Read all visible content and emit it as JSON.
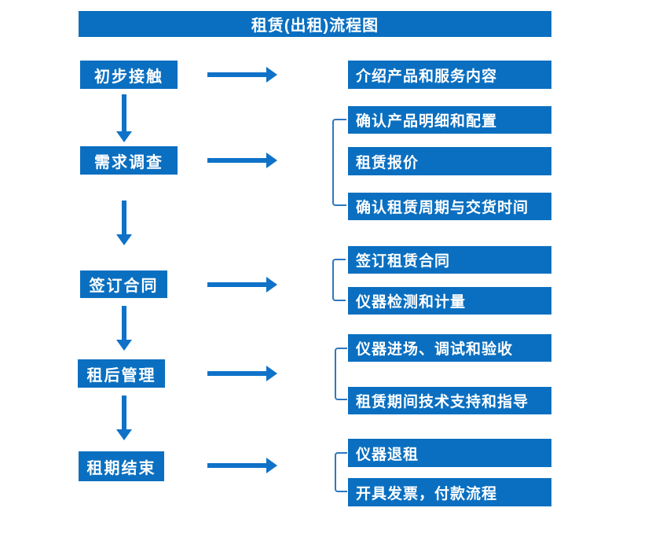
{
  "title": "租赁(出租)流程图",
  "colors": {
    "box_blue": "#0a6fc0",
    "arrow_blue": "#0f72c8",
    "bracket_blue": "#2f77c0",
    "text_white": "#ffffff",
    "page_bg": "#ffffff"
  },
  "stages": [
    {
      "label": "初步接触",
      "details": [
        "介绍产品和服务内容"
      ]
    },
    {
      "label": "需求调查",
      "details": [
        "确认产品明细和配置",
        "租赁报价",
        "确认租赁周期与交货时间"
      ]
    },
    {
      "label": "签订合同",
      "details": [
        "签订租赁合同",
        "仪器检测和计量"
      ]
    },
    {
      "label": "租后管理",
      "details": [
        "仪器进场、调试和验收",
        "租赁期间技术支持和指导"
      ]
    },
    {
      "label": "租期结束",
      "details": [
        "仪器退租",
        "开具发票，付款流程"
      ]
    }
  ]
}
